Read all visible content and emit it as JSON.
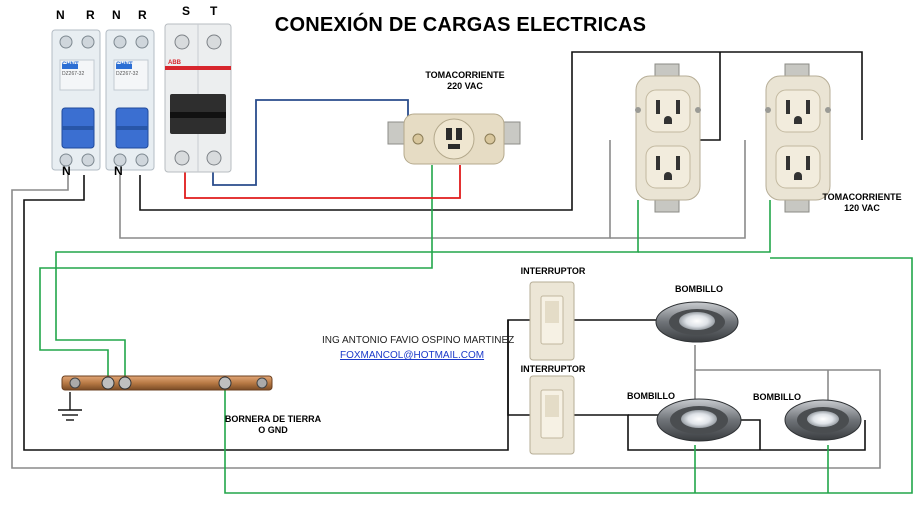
{
  "title": "CONEXIÓN DE CARGAS ELECTRICAS",
  "breaker_terminals": {
    "b1_top_n": "N",
    "b1_top_r": "R",
    "b2_top_n": "N",
    "b2_top_r": "R",
    "b3_top_s": "S",
    "b3_top_t": "T",
    "b1_bottom_n": "N",
    "b2_bottom_n": "N"
  },
  "breaker_brands": [
    "CHNT",
    "CHNT",
    "ABB"
  ],
  "breaker_models": [
    "DZ267-32",
    "DZ267-32"
  ],
  "outlet_220": {
    "line1": "TOMACORRIENTE",
    "line2": "220 VAC"
  },
  "outlet_120": {
    "line1": "TOMACORRIENTE",
    "line2": "120 VAC"
  },
  "switch_labels": [
    "INTERRUPTOR",
    "INTERRUPTOR"
  ],
  "bulb_labels": [
    "BOMBILLO",
    "BOMBILLO",
    "BOMBILLO"
  ],
  "ground_bar": {
    "line1": "BORNERA DE TIERRA",
    "line2": "O GND"
  },
  "author": "ING ANTONIO FAVIO OSPINO MARTINEZ",
  "email": "FOXMANCOL@HOTMAIL.COM",
  "colors": {
    "wire_black": "#111111",
    "wire_gray": "#8a8a8a",
    "wire_green": "#22a64a",
    "wire_red": "#e01b1b",
    "wire_blue": "#2a4c8c",
    "breaker_body": "#e8eef2",
    "breaker_handle": "#3b6fd1",
    "ground_bar": "#b87a45"
  }
}
